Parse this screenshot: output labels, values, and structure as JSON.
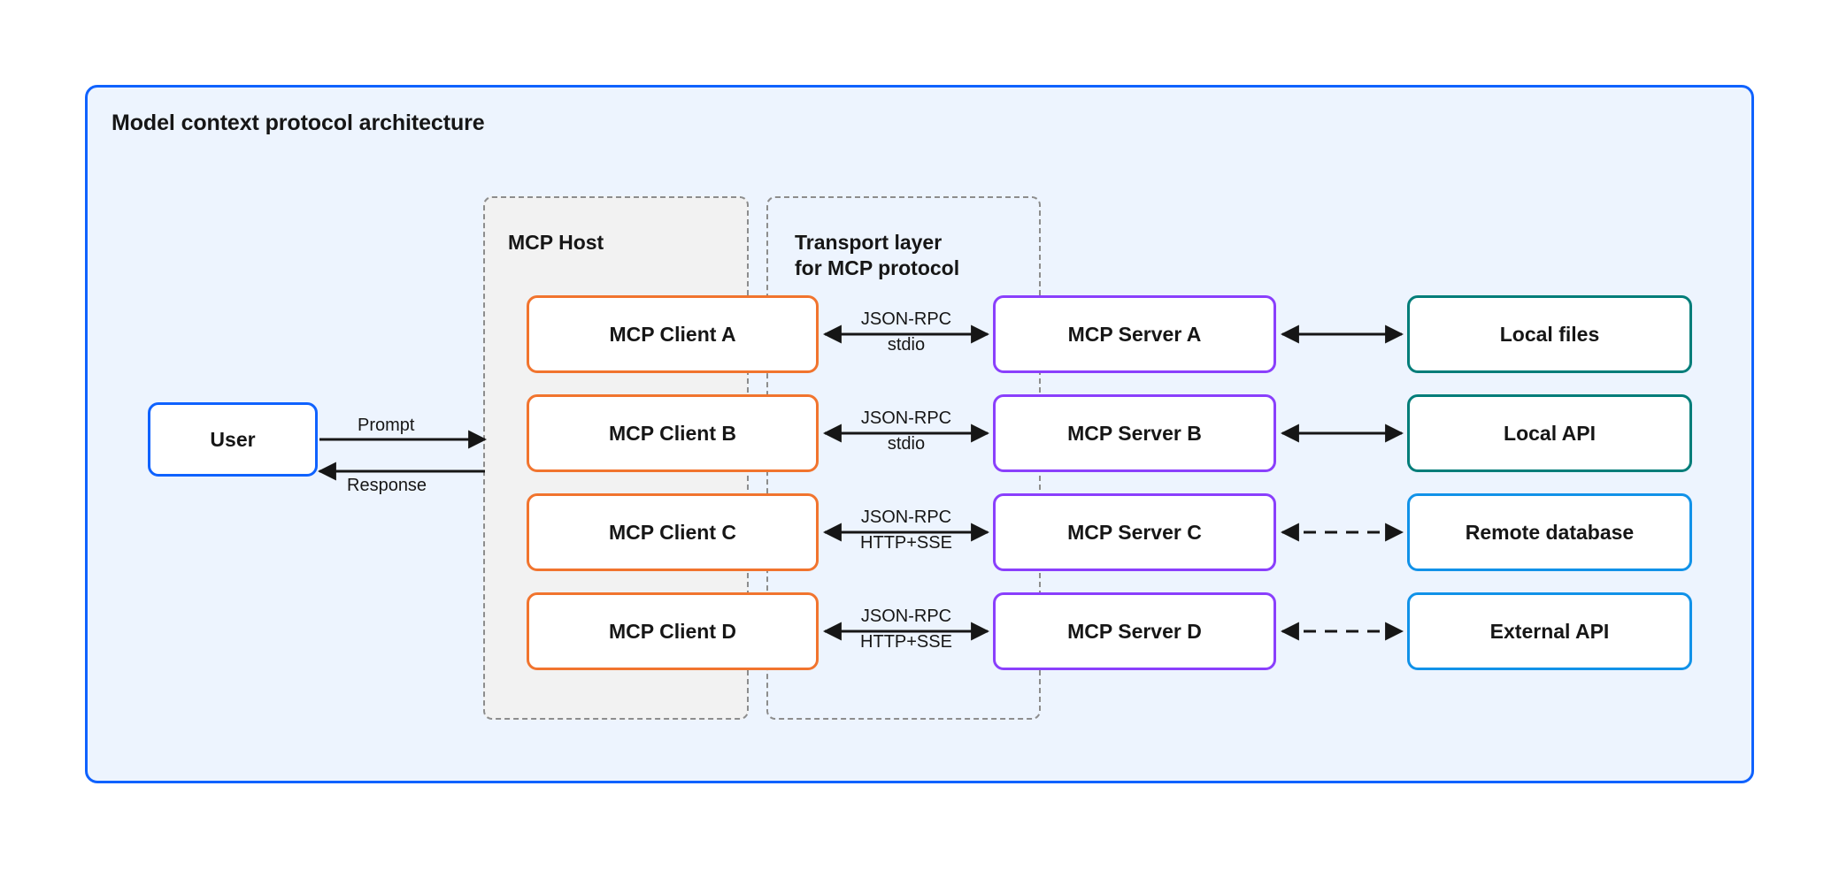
{
  "diagram": {
    "title": "Model context protocol architecture",
    "frame_color": "#0F62FE",
    "frame_fill": "#EDF4FE"
  },
  "groups": [
    {
      "key": "host",
      "label": "MCP Host",
      "fill": "#F2F2F2",
      "border_color": "#8D8D8D"
    },
    {
      "key": "transport",
      "label": "Transport layer\nfor MCP protocol",
      "fill": "transparent",
      "border_color": "#8D8D8D"
    }
  ],
  "actor": {
    "label": "User",
    "border_color": "#0F62FE"
  },
  "clients": [
    {
      "label": "MCP Client A",
      "border_color": "#F1742E"
    },
    {
      "label": "MCP Client B",
      "border_color": "#F1742E"
    },
    {
      "label": "MCP Client C",
      "border_color": "#F1742E"
    },
    {
      "label": "MCP Client D",
      "border_color": "#F1742E"
    }
  ],
  "servers": [
    {
      "label": "MCP Server A",
      "border_color": "#8A3FFC"
    },
    {
      "label": "MCP Server B",
      "border_color": "#8A3FFC"
    },
    {
      "label": "MCP Server C",
      "border_color": "#8A3FFC"
    },
    {
      "label": "MCP Server D",
      "border_color": "#8A3FFC"
    }
  ],
  "resources": [
    {
      "label": "Local files",
      "border_color": "#007D79"
    },
    {
      "label": "Local API",
      "border_color": "#007D79"
    },
    {
      "label": "Remote database",
      "border_color": "#1192E8"
    },
    {
      "label": "External API",
      "border_color": "#1192E8"
    }
  ],
  "user_edges": {
    "prompt": "Prompt",
    "response": "Response"
  },
  "transport_edges": [
    {
      "protocol": "JSON-RPC",
      "channel": "stdio"
    },
    {
      "protocol": "JSON-RPC",
      "channel": "stdio"
    },
    {
      "protocol": "JSON-RPC",
      "channel": "HTTP+SSE"
    },
    {
      "protocol": "JSON-RPC",
      "channel": "HTTP+SSE"
    }
  ],
  "resource_edges": [
    {
      "style": "solid"
    },
    {
      "style": "solid"
    },
    {
      "style": "dashed"
    },
    {
      "style": "dashed"
    }
  ]
}
